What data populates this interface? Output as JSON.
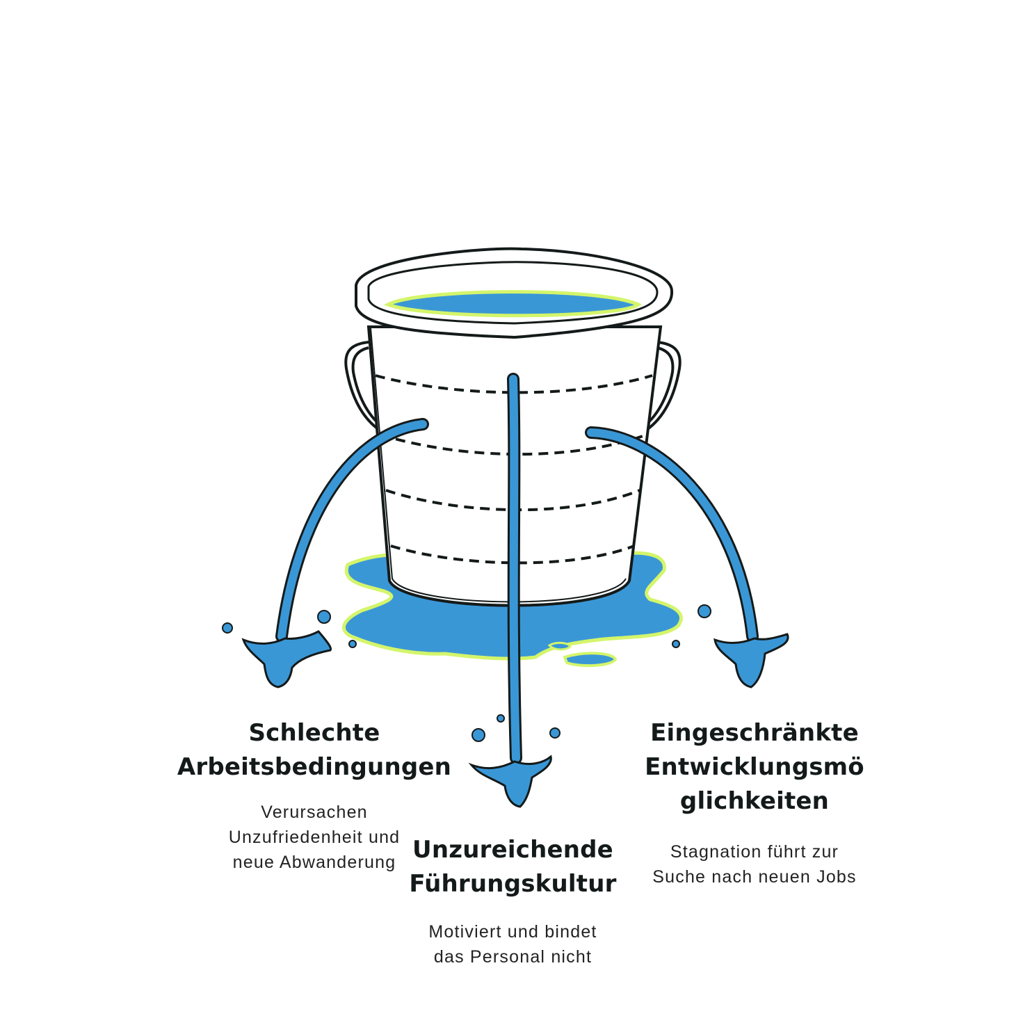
{
  "colors": {
    "water": "#3a97d6",
    "water_outline": "#d4f56b",
    "ink": "#141a1a",
    "bucket": "#ffffff"
  },
  "leaks": [
    {
      "heading_lines": [
        "Schlechte",
        "Arbeitsbedingungen"
      ],
      "description_lines": [
        "Verursachen",
        "Unzufriedenheit und",
        "neue Abwanderung"
      ]
    },
    {
      "heading_lines": [
        "Unzureichende",
        "Führungskultur"
      ],
      "description_lines": [
        "Motiviert und bindet",
        "das Personal nicht"
      ]
    },
    {
      "heading_lines": [
        "Eingeschränkte",
        "Entwicklungsmö",
        "glichkeiten"
      ],
      "description_lines": [
        "Stagnation führt zur",
        "Suche nach neuen Jobs"
      ]
    }
  ]
}
